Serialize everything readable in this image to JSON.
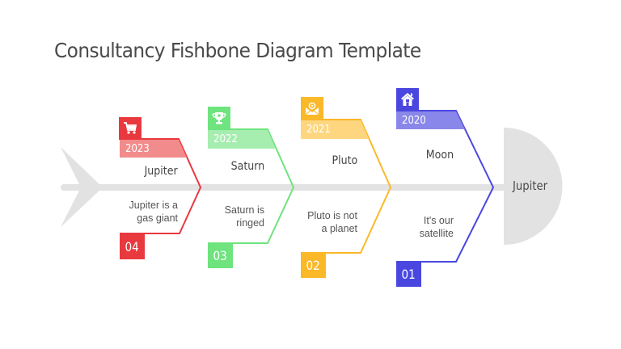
{
  "title": "Consultancy Fishbone Diagram Template",
  "head": {
    "label": "Jupiter",
    "color": "#e2e2e2"
  },
  "spine_color": "#e2e2e2",
  "bones": [
    {
      "number": "04",
      "year": "2023",
      "label": "Jupiter",
      "desc_line1": "Jupiter is a",
      "desc_line2": "gas giant",
      "icon": "shopping-cart-icon",
      "color": "#e8393f",
      "light": "#f28b8b"
    },
    {
      "number": "03",
      "year": "2022",
      "label": "Saturn",
      "desc_line1": "Saturn is",
      "desc_line2": "ringed",
      "icon": "trophy-icon",
      "color": "#6ee37e",
      "light": "#a6edb0"
    },
    {
      "number": "02",
      "year": "2021",
      "label": "Pluto",
      "desc_line1": "Pluto is not",
      "desc_line2": "a planet",
      "icon": "email-icon",
      "color": "#fbb829",
      "light": "#fdd67f"
    },
    {
      "number": "01",
      "year": "2020",
      "label": "Moon",
      "desc_line1": "It's our",
      "desc_line2": "satellite",
      "icon": "home-icon",
      "color": "#4a47e0",
      "light": "#8a87ea"
    }
  ]
}
